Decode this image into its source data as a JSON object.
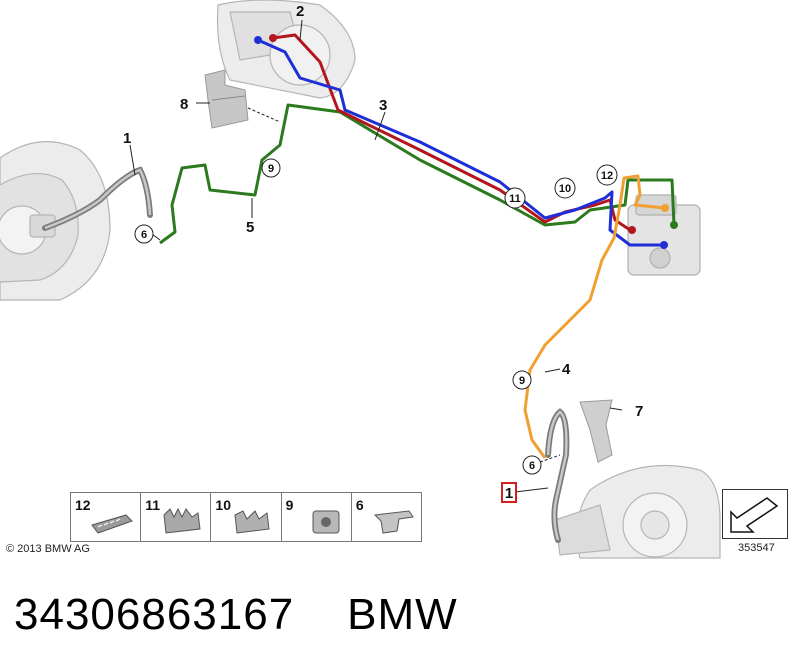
{
  "callouts": {
    "c1_left": "1",
    "c2": "2",
    "c3": "3",
    "c4": "4",
    "c5": "5",
    "c6_left": "6",
    "c6_right": "6",
    "c7": "7",
    "c8": "8",
    "c9_upper": "9",
    "c9_lower": "9",
    "c10": "10",
    "c11": "11",
    "c12": "12",
    "c1_right": "1"
  },
  "legend": [
    {
      "num": "12",
      "icon": "clip-strip-icon"
    },
    {
      "num": "11",
      "icon": "multi-clip-icon"
    },
    {
      "num": "10",
      "icon": "double-clip-icon"
    },
    {
      "num": "9",
      "icon": "grommet-clip-icon"
    },
    {
      "num": "6",
      "icon": "bracket-plate-icon"
    }
  ],
  "copyright": "© 2013 BMW AG",
  "diagram_id": "353547",
  "footer": {
    "part_number": "34306863167",
    "brand": "BMW"
  },
  "colors": {
    "line_red": "#b3161c",
    "line_blue": "#1f2fd6",
    "line_green": "#2b7a1e",
    "line_orange": "#f0a030",
    "highlight": "#d42020"
  }
}
